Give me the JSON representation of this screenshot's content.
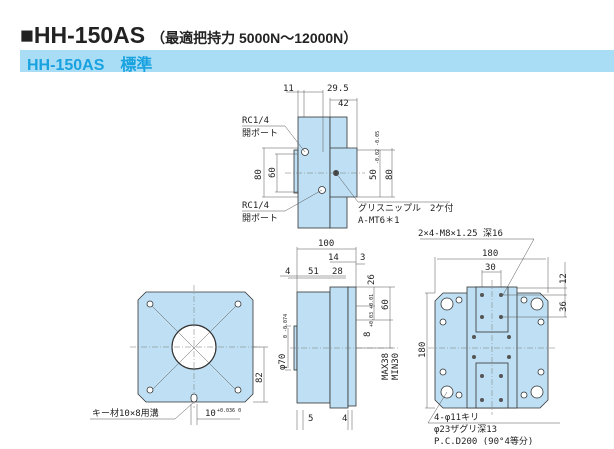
{
  "header": {
    "title": "■HH-150AS",
    "subtitle": "（最適把持力 5000N〜12000N）"
  },
  "section": {
    "label": "HH-150AS　標準"
  },
  "fill_color": "#bfe0f4",
  "top_view": {
    "dims": [
      "11",
      "29.5",
      "42",
      "80",
      "60",
      "50",
      "80"
    ],
    "tol_50": "-0.02 -0.05",
    "port_top": [
      "RC1/4",
      "開ポート"
    ],
    "port_bottom": [
      "RC1/4",
      "開ポート"
    ],
    "grease": "グリスニップル　2ケ付",
    "grease_spec": "A-MT6＊1"
  },
  "side_view": {
    "dims": [
      "100",
      "14",
      "3",
      "4",
      "51",
      "28",
      "26",
      "60",
      "8",
      "5",
      "4"
    ],
    "tol_8": "+0.03 +0.01",
    "dia": "φ70",
    "tol_dia": "0 -0.074",
    "stroke_max": "MAX38",
    "stroke_min": "MIN30"
  },
  "front_view": {
    "dim_82": "82",
    "key_slot": "キー材10×8用溝",
    "dim_10": "10",
    "tol_10": "+0.036 0"
  },
  "right_view": {
    "thread": "2×4-M8×1.25 深16",
    "dims": [
      "180",
      "30",
      "12",
      "36",
      "180"
    ],
    "hole1": "4-φ11キリ",
    "hole2": "φ23ザグリ深13",
    "pcd": "P.C.D200 (90°4等分)"
  }
}
